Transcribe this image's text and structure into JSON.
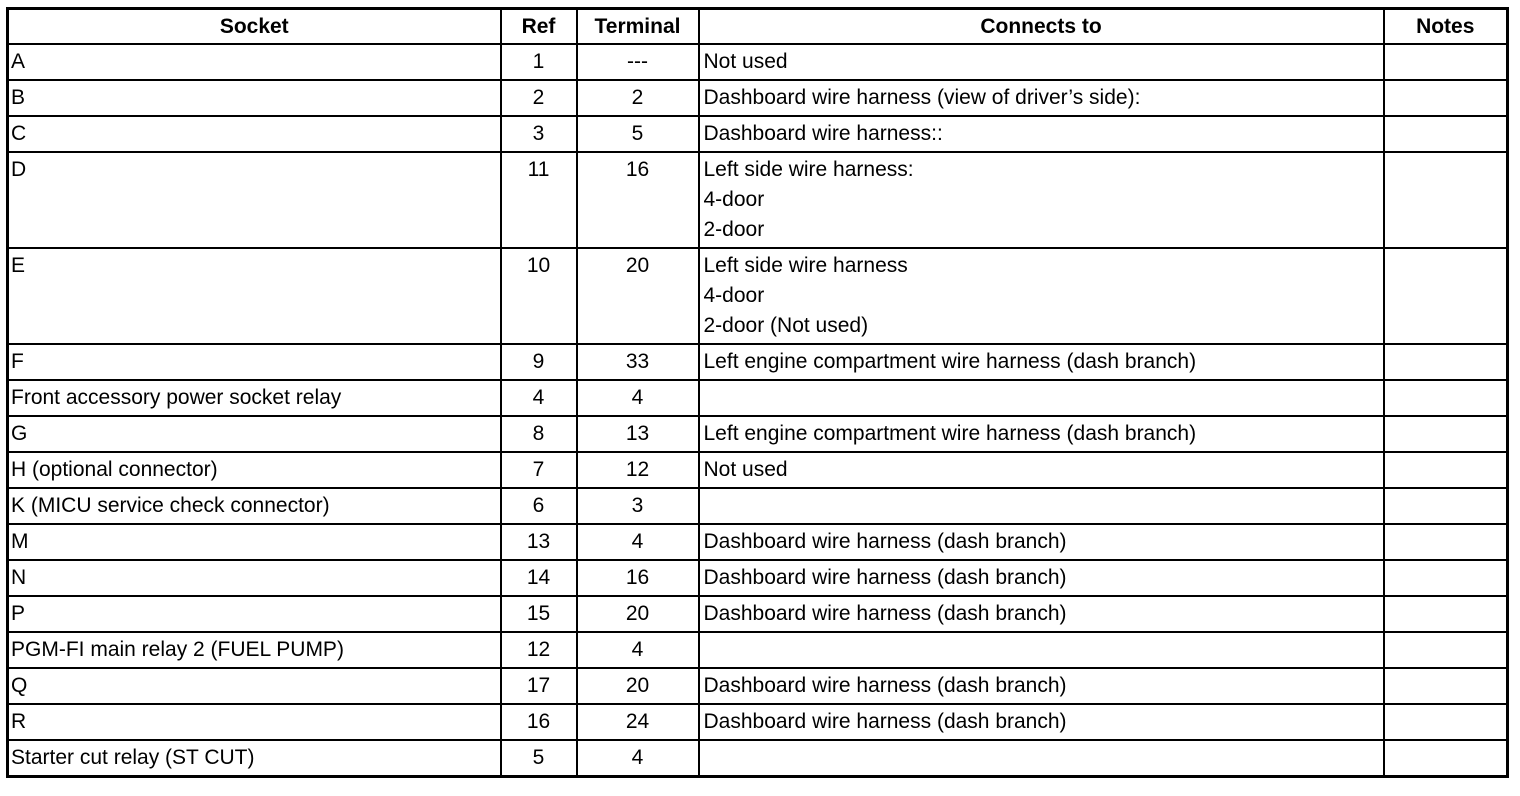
{
  "headers": {
    "socket": "Socket",
    "ref": "Ref",
    "terminal": "Terminal",
    "connects": "Connects to",
    "notes": "Notes"
  },
  "rows": [
    {
      "socket": "A",
      "ref": "1",
      "terminal": "---",
      "connects": [
        "Not used"
      ],
      "notes": ""
    },
    {
      "socket": "B",
      "ref": "2",
      "terminal": "2",
      "connects": [
        "Dashboard wire harness (view of driver’s side):"
      ],
      "notes": ""
    },
    {
      "socket": "C",
      "ref": "3",
      "terminal": "5",
      "connects": [
        "Dashboard wire harness::"
      ],
      "notes": ""
    },
    {
      "socket": "D",
      "ref": "11",
      "terminal": "16",
      "connects": [
        "Left side wire harness:",
        "4-door",
        "2-door"
      ],
      "notes": ""
    },
    {
      "socket": "E",
      "ref": "10",
      "terminal": "20",
      "connects": [
        "Left side wire harness",
        "4-door",
        "2-door (Not used)"
      ],
      "notes": ""
    },
    {
      "socket": "F",
      "ref": "9",
      "terminal": "33",
      "connects": [
        "Left engine compartment wire harness (dash branch)"
      ],
      "notes": ""
    },
    {
      "socket": "Front accessory power socket relay",
      "ref": "4",
      "terminal": "4",
      "connects": [],
      "notes": ""
    },
    {
      "socket": "G",
      "ref": "8",
      "terminal": "13",
      "connects": [
        "Left engine compartment wire harness (dash branch)"
      ],
      "notes": ""
    },
    {
      "socket": "H (optional connector)",
      "ref": "7",
      "terminal": "12",
      "connects": [
        "Not used"
      ],
      "notes": ""
    },
    {
      "socket": "K (MICU service check connector)",
      "ref": "6",
      "terminal": "3",
      "connects": [],
      "notes": ""
    },
    {
      "socket": "M",
      "ref": "13",
      "terminal": "4",
      "connects": [
        "Dashboard wire harness (dash branch)"
      ],
      "notes": ""
    },
    {
      "socket": "N",
      "ref": "14",
      "terminal": "16",
      "connects": [
        "Dashboard wire harness (dash branch)"
      ],
      "notes": ""
    },
    {
      "socket": "P",
      "ref": "15",
      "terminal": "20",
      "connects": [
        "Dashboard wire harness (dash branch)"
      ],
      "notes": ""
    },
    {
      "socket": "PGM-FI main relay 2 (FUEL PUMP)",
      "ref": "12",
      "terminal": "4",
      "connects": [],
      "notes": ""
    },
    {
      "socket": "Q",
      "ref": "17",
      "terminal": "20",
      "connects": [
        "Dashboard wire harness (dash branch)"
      ],
      "notes": ""
    },
    {
      "socket": "R",
      "ref": "16",
      "terminal": "24",
      "connects": [
        "Dashboard wire harness (dash branch)"
      ],
      "notes": ""
    },
    {
      "socket": "Starter cut relay (ST CUT)",
      "ref": "5",
      "terminal": "4",
      "connects": [],
      "notes": ""
    }
  ]
}
